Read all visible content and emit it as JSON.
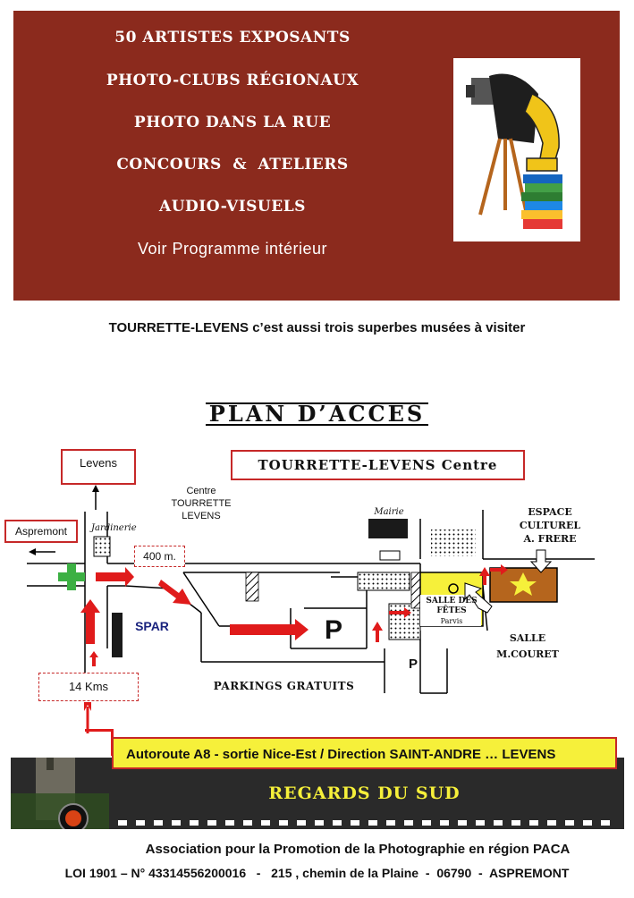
{
  "banner": {
    "lines": [
      "50 ARTISTES EXPOSANTS",
      "PHOTO-CLUBS RÉGIONAUX",
      "PHOTO DANS LA RUE",
      "CONCOURS & ATELIERS",
      "AUDIO-VISUELS"
    ],
    "programme": "Voir Programme intérieur"
  },
  "museums_text": "TOURRETTE-LEVENS c’est aussi trois superbes musées à visiter",
  "plan": {
    "title": "PLAN D’ACCES",
    "levens": "Levens",
    "aspremont": "Aspremont",
    "centre_box": "TOURRETTE-LEVENS Centre",
    "centre_label": [
      "Centre",
      "TOURRETTE",
      "LEVENS"
    ],
    "jardinerie": "Jardinerie",
    "distance_400": "400 m.",
    "spar": "SPAR",
    "mairie": "Mairie",
    "espace": [
      "ESPACE",
      "CULTUREL",
      "A. FRERE"
    ],
    "salle_fetes": [
      "SALLE DES",
      "FÊTES"
    ],
    "parvis": "Parvis",
    "salle_couret": [
      "SALLE",
      "M.COURET"
    ],
    "parking_symbol": "P",
    "parkings": "PARKINGS GRATUITS",
    "distance_14": "14 Kms"
  },
  "footer": {
    "autoroute": "Autoroute A8  -  sortie Nice-Est  /  Direction SAINT-ANDRE … LEVENS",
    "regards": "REGARDS DU SUD",
    "association": "Association pour la Promotion de la Photographie en région PACA",
    "loi": "LOI 1901 – N° 43314556200016   -   215 , chemin de la Plaine  -  06790  -  ASPREMONT"
  },
  "colors": {
    "banner": "#8b2a1d",
    "accent_red": "#e01b1b",
    "yellow": "#f6f03a",
    "green": "#3cb043"
  }
}
